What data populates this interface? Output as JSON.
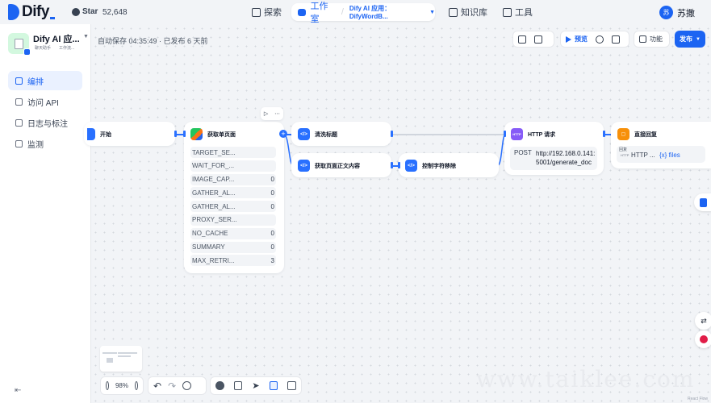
{
  "brand": {
    "name": "Dify",
    "accent": "#1c64f2"
  },
  "github": {
    "label": "Star",
    "count": "52,648"
  },
  "nav": {
    "explore": "探索",
    "studio": "工作室",
    "app_breadcrumb": "Dify AI 应用：DifyWordB...",
    "knowledge": "知识库",
    "tools": "工具"
  },
  "user": {
    "initial": "苏",
    "name": "苏撒"
  },
  "app": {
    "name": "Dify AI 应...",
    "tag1": "聊天助手",
    "tag2": "工作流..."
  },
  "sidebar": {
    "items": [
      {
        "label": "编排",
        "icon": "layout-icon",
        "active": true
      },
      {
        "label": "访问 API",
        "icon": "terminal-icon",
        "active": false
      },
      {
        "label": "日志与标注",
        "icon": "doc-icon",
        "active": false
      },
      {
        "label": "监测",
        "icon": "monitor-icon",
        "active": false
      }
    ]
  },
  "status": {
    "autosave": "自动保存 04:35:49 · 已发布 6 天前"
  },
  "toolbar": {
    "preview": "预览",
    "features": "功能",
    "publish": "发布"
  },
  "nodes": {
    "start": {
      "title": "开始"
    },
    "fetch": {
      "title": "获取单页面",
      "params": [
        {
          "name": "TARGET_SE...",
          "value": ""
        },
        {
          "name": "WAIT_FOR_...",
          "value": ""
        },
        {
          "name": "IMAGE_CAP...",
          "value": "0"
        },
        {
          "name": "GATHER_AL...",
          "value": "0"
        },
        {
          "name": "GATHER_AL...",
          "value": "0"
        },
        {
          "name": "PROXY_SER...",
          "value": ""
        },
        {
          "name": "NO_CACHE",
          "value": "0"
        },
        {
          "name": "SUMMARY",
          "value": "0"
        },
        {
          "name": "MAX_RETRI...",
          "value": "3"
        }
      ]
    },
    "clean_title": {
      "title": "清洗标题"
    },
    "get_body": {
      "title": "获取页面正文内容"
    },
    "strip_ctrl": {
      "title": "控制字符移除"
    },
    "http": {
      "title": "HTTP 请求",
      "method": "POST",
      "url_line1": "http://192.168.0.141:",
      "url_line2": "5001/generate_doc"
    },
    "answer": {
      "title": "直接回复",
      "label": "回复",
      "source": "HTTP ...",
      "var": "{x} files"
    }
  },
  "bottom": {
    "zoom": "98%"
  },
  "footer": {
    "watermark": "www.taiklee.com",
    "attribution": "React Flow"
  }
}
